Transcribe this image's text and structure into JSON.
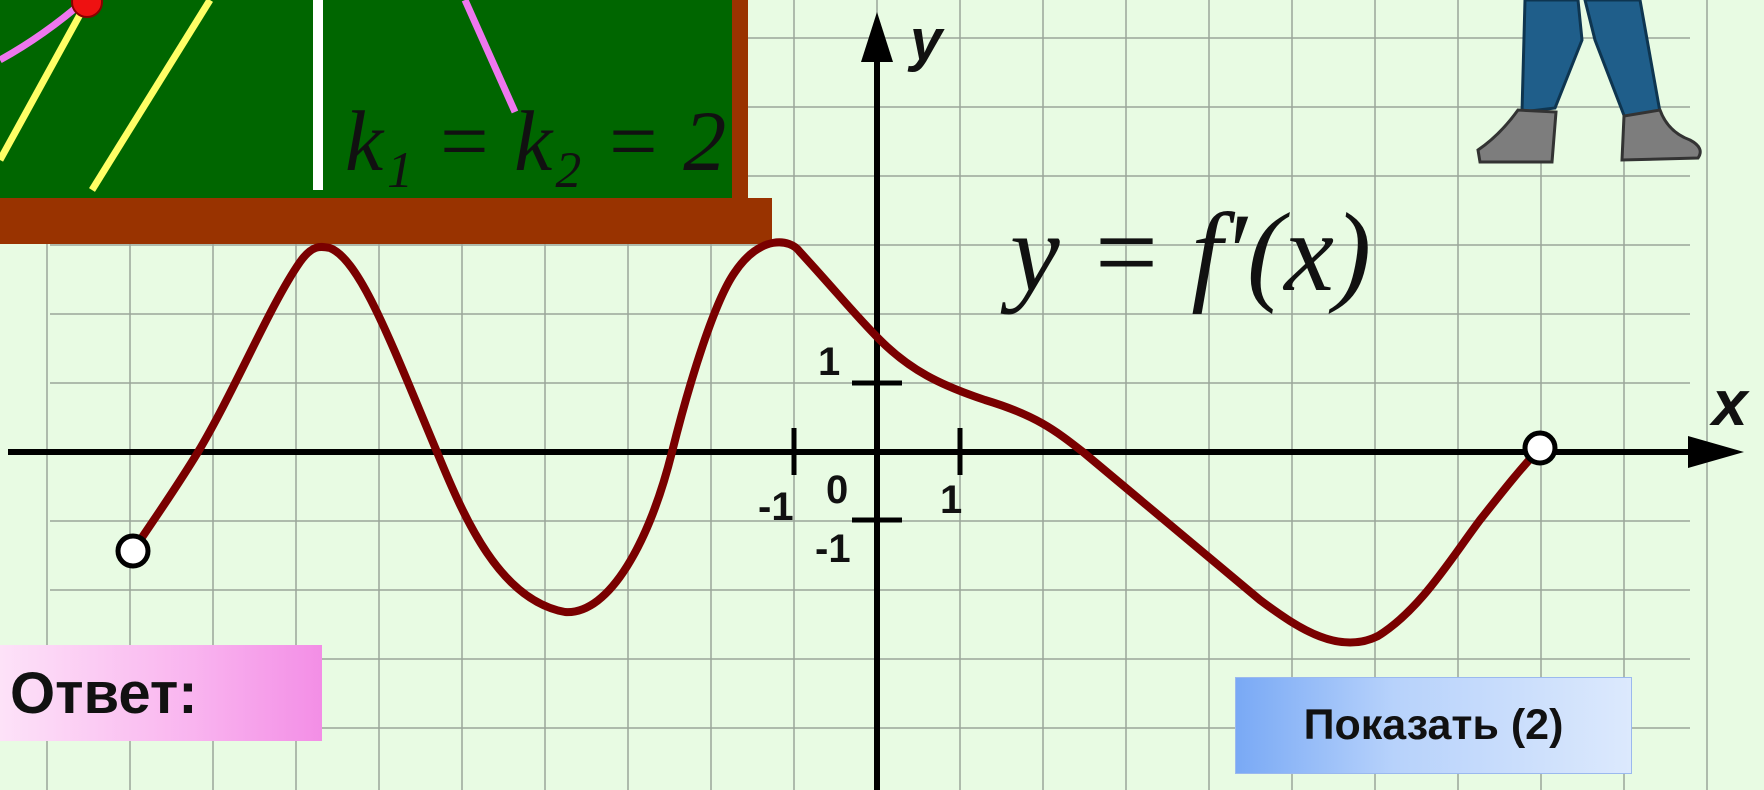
{
  "formula_k": "k₁ = k₂ = 2",
  "formula_y": "y = f′(x)",
  "axes": {
    "x_label": "x",
    "y_label": "y"
  },
  "ticks": {
    "x_neg": "-1",
    "origin": "0",
    "x_pos": "1",
    "y_pos": "1",
    "y_neg": "-1"
  },
  "answer_label": "Ответ:",
  "show_button_label": "Показать (2)",
  "colors": {
    "background": "#e8fbe3",
    "grid": "#9aa69a",
    "curve": "#7a0000",
    "board": "#006600",
    "frame": "#993300"
  },
  "icons": [
    "chalkboard",
    "person-legs-illustration"
  ]
}
